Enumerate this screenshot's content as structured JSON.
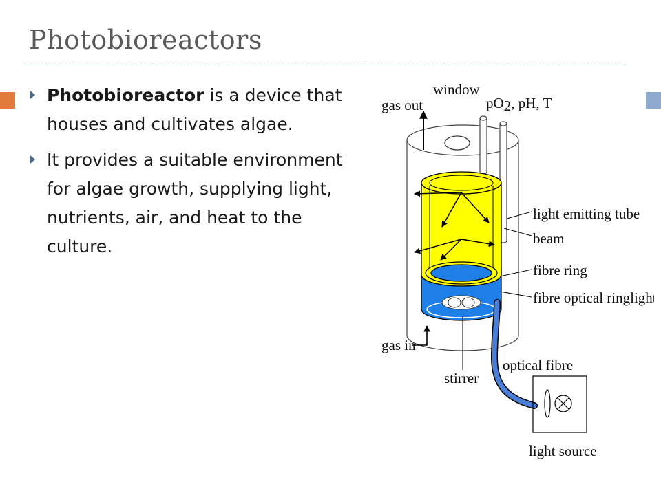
{
  "slide": {
    "title": "Photobioreactors"
  },
  "bullets": [
    {
      "term": "Photobioreactor",
      "rest": " is a device that houses and cultivates algae."
    },
    {
      "text": "It provides a suitable environment for algae growth, supplying light, nutrients, air, and heat to the culture."
    }
  ],
  "diagram": {
    "labels": {
      "window": "window",
      "gas_out": "gas out",
      "po2": "pO",
      "po2_sub": "2",
      "po2_rest": ", pH, T",
      "light_emitting_tube": "light emitting tube",
      "beam": "beam",
      "fibre_ring": "fibre ring",
      "fibre_optical_ringlight": "fibre optical ringlight",
      "gas_in": "gas in",
      "optical_fibre": "optical fibre",
      "stirrer": "stirrer",
      "light_source": "light source"
    },
    "colors": {
      "culture": "#ffff00",
      "ring": "#1f7fe8",
      "fibre": "#4a7fd8",
      "outline": "#000000",
      "vessel": "#444444"
    }
  },
  "theme": {
    "accent_left": "#e07b3c",
    "accent_right": "#8faacf",
    "title_color": "#595959"
  }
}
